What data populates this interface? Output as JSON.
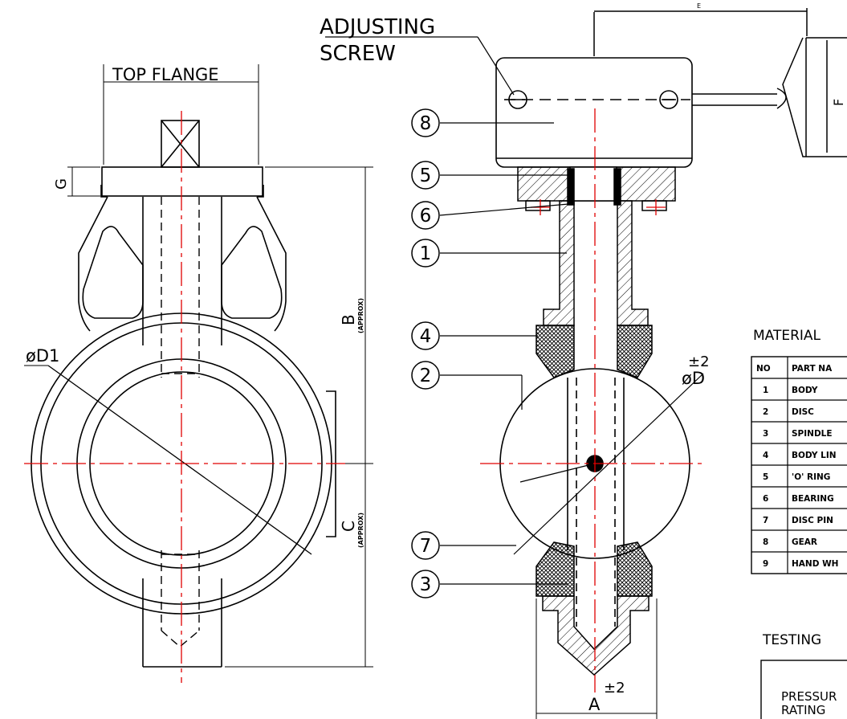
{
  "labels": {
    "adjusting_screw_line1": "ADJUSTING",
    "adjusting_screw_line2": "SCREW",
    "top_flange": "TOP  FLANGE",
    "dim_g": "G",
    "dim_b": "B",
    "dim_b_note": "(APPROX)",
    "dim_c": "C",
    "dim_c_note": "(APPROX)",
    "dim_d1": "øD1",
    "dim_d": "øD",
    "tol_d": "±2",
    "dim_a": "A",
    "tol_a": "±2",
    "dim_e": "E",
    "dim_f": "F"
  },
  "balloons": [
    "8",
    "5",
    "6",
    "1",
    "4",
    "2",
    "7",
    "3"
  ],
  "material": {
    "title": "MATERIAL",
    "header": {
      "no": "NO",
      "part_name": "PART  NA"
    },
    "rows": [
      {
        "no": "1",
        "part": "BODY"
      },
      {
        "no": "2",
        "part": "DISC"
      },
      {
        "no": "3",
        "part": "SPINDLE"
      },
      {
        "no": "4",
        "part": "BODY  LIN"
      },
      {
        "no": "5",
        "part": "'O'  RING"
      },
      {
        "no": "6",
        "part": "BEARING"
      },
      {
        "no": "7",
        "part": "DISC  PIN"
      },
      {
        "no": "8",
        "part": "GEAR"
      },
      {
        "no": "9",
        "part": "HAND  WH"
      }
    ]
  },
  "testing": {
    "title": "TESTING",
    "line1": "PRESSUR",
    "line2": "RATING"
  },
  "colors": {
    "line": "#000000",
    "centerline": "#e00000",
    "hatch": "#000000"
  }
}
